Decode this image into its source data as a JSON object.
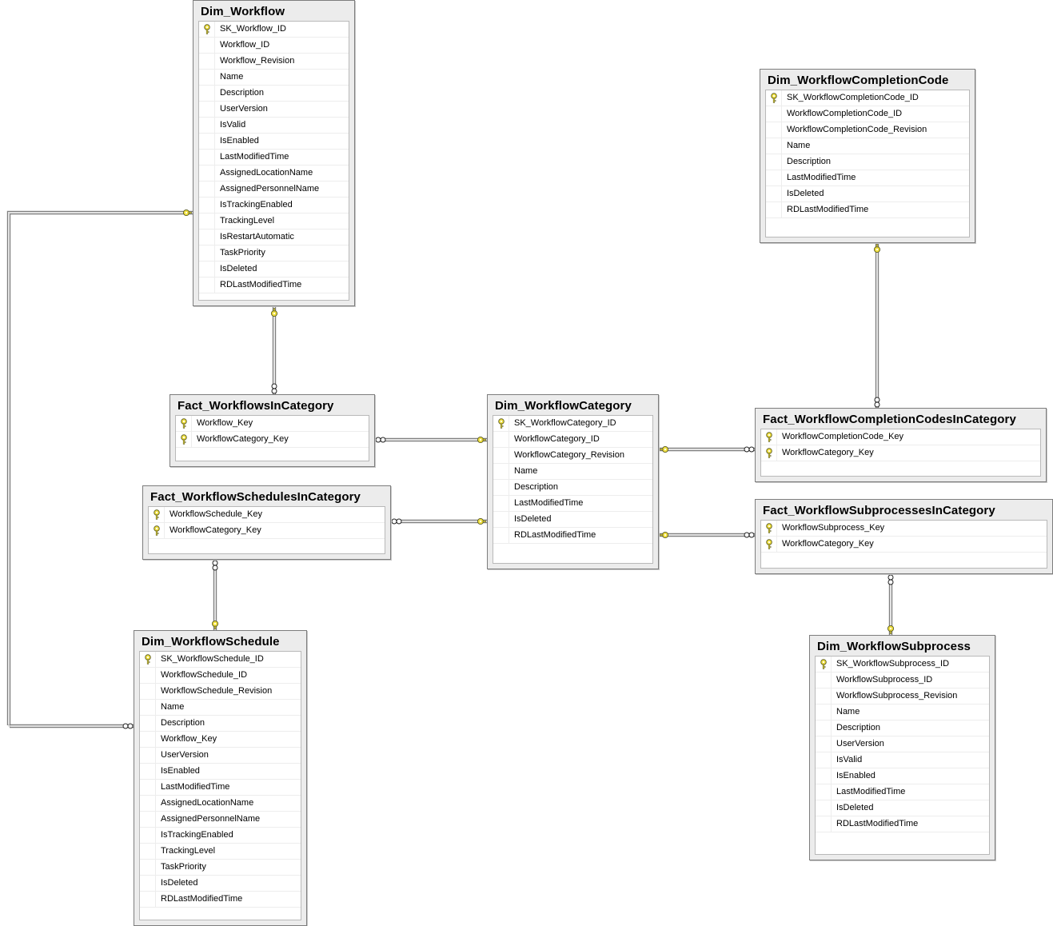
{
  "diagram": {
    "entities": [
      {
        "id": "dim_workflow",
        "title": "Dim_Workflow",
        "columns": [
          {
            "name": "SK_Workflow_ID",
            "key": true
          },
          {
            "name": "Workflow_ID",
            "key": false
          },
          {
            "name": "Workflow_Revision",
            "key": false
          },
          {
            "name": "Name",
            "key": false
          },
          {
            "name": "Description",
            "key": false
          },
          {
            "name": "UserVersion",
            "key": false
          },
          {
            "name": "IsValid",
            "key": false
          },
          {
            "name": "IsEnabled",
            "key": false
          },
          {
            "name": "LastModifiedTime",
            "key": false
          },
          {
            "name": "AssignedLocationName",
            "key": false
          },
          {
            "name": "AssignedPersonnelName",
            "key": false
          },
          {
            "name": "IsTrackingEnabled",
            "key": false
          },
          {
            "name": "TrackingLevel",
            "key": false
          },
          {
            "name": "IsRestartAutomatic",
            "key": false
          },
          {
            "name": "TaskPriority",
            "key": false
          },
          {
            "name": "IsDeleted",
            "key": false
          },
          {
            "name": "RDLastModifiedTime",
            "key": false
          }
        ]
      },
      {
        "id": "dim_workflowcompletioncode",
        "title": "Dim_WorkflowCompletionCode",
        "columns": [
          {
            "name": "SK_WorkflowCompletionCode_ID",
            "key": true
          },
          {
            "name": "WorkflowCompletionCode_ID",
            "key": false
          },
          {
            "name": "WorkflowCompletionCode_Revision",
            "key": false
          },
          {
            "name": "Name",
            "key": false
          },
          {
            "name": "Description",
            "key": false
          },
          {
            "name": "LastModifiedTime",
            "key": false
          },
          {
            "name": "IsDeleted",
            "key": false
          },
          {
            "name": "RDLastModifiedTime",
            "key": false
          }
        ]
      },
      {
        "id": "fact_workflowsincategory",
        "title": "Fact_WorkflowsInCategory",
        "columns": [
          {
            "name": "Workflow_Key",
            "key": true
          },
          {
            "name": "WorkflowCategory_Key",
            "key": true
          }
        ]
      },
      {
        "id": "dim_workflowcategory",
        "title": "Dim_WorkflowCategory",
        "columns": [
          {
            "name": "SK_WorkflowCategory_ID",
            "key": true
          },
          {
            "name": "WorkflowCategory_ID",
            "key": false
          },
          {
            "name": "WorkflowCategory_Revision",
            "key": false
          },
          {
            "name": "Name",
            "key": false
          },
          {
            "name": "Description",
            "key": false
          },
          {
            "name": "LastModifiedTime",
            "key": false
          },
          {
            "name": "IsDeleted",
            "key": false
          },
          {
            "name": "RDLastModifiedTime",
            "key": false
          }
        ]
      },
      {
        "id": "fact_workflowcompletioncodesincategory",
        "title": "Fact_WorkflowCompletionCodesInCategory",
        "columns": [
          {
            "name": "WorkflowCompletionCode_Key",
            "key": true
          },
          {
            "name": "WorkflowCategory_Key",
            "key": true
          }
        ]
      },
      {
        "id": "fact_workflowschedulesincategory",
        "title": "Fact_WorkflowSchedulesInCategory",
        "columns": [
          {
            "name": "WorkflowSchedule_Key",
            "key": true
          },
          {
            "name": "WorkflowCategory_Key",
            "key": true
          }
        ]
      },
      {
        "id": "fact_workflowsubprocessesincategory",
        "title": "Fact_WorkflowSubprocessesInCategory",
        "columns": [
          {
            "name": "WorkflowSubprocess_Key",
            "key": true
          },
          {
            "name": "WorkflowCategory_Key",
            "key": true
          }
        ]
      },
      {
        "id": "dim_workflowschedule",
        "title": "Dim_WorkflowSchedule",
        "columns": [
          {
            "name": "SK_WorkflowSchedule_ID",
            "key": true
          },
          {
            "name": "WorkflowSchedule_ID",
            "key": false
          },
          {
            "name": "WorkflowSchedule_Revision",
            "key": false
          },
          {
            "name": "Name",
            "key": false
          },
          {
            "name": "Description",
            "key": false
          },
          {
            "name": "Workflow_Key",
            "key": false
          },
          {
            "name": "UserVersion",
            "key": false
          },
          {
            "name": "IsEnabled",
            "key": false
          },
          {
            "name": "LastModifiedTime",
            "key": false
          },
          {
            "name": "AssignedLocationName",
            "key": false
          },
          {
            "name": "AssignedPersonnelName",
            "key": false
          },
          {
            "name": "IsTrackingEnabled",
            "key": false
          },
          {
            "name": "TrackingLevel",
            "key": false
          },
          {
            "name": "TaskPriority",
            "key": false
          },
          {
            "name": "IsDeleted",
            "key": false
          },
          {
            "name": "RDLastModifiedTime",
            "key": false
          }
        ]
      },
      {
        "id": "dim_workflowsubprocess",
        "title": "Dim_WorkflowSubprocess",
        "columns": [
          {
            "name": "SK_WorkflowSubprocess_ID",
            "key": true
          },
          {
            "name": "WorkflowSubprocess_ID",
            "key": false
          },
          {
            "name": "WorkflowSubprocess_Revision",
            "key": false
          },
          {
            "name": "Name",
            "key": false
          },
          {
            "name": "Description",
            "key": false
          },
          {
            "name": "UserVersion",
            "key": false
          },
          {
            "name": "IsValid",
            "key": false
          },
          {
            "name": "IsEnabled",
            "key": false
          },
          {
            "name": "LastModifiedTime",
            "key": false
          },
          {
            "name": "IsDeleted",
            "key": false
          },
          {
            "name": "RDLastModifiedTime",
            "key": false
          }
        ]
      }
    ],
    "relationships": [
      {
        "id": "dim_workflow-to-fact_workflowsincategory",
        "one": "dim_workflow",
        "many": "fact_workflowsincategory"
      },
      {
        "id": "dim_workflow-to-dim_workflowschedule",
        "one": "dim_workflow",
        "many": "dim_workflowschedule"
      },
      {
        "id": "dim_workflowcategory-to-fact_workflowsincategory",
        "one": "dim_workflowcategory",
        "many": "fact_workflowsincategory"
      },
      {
        "id": "dim_workflowcategory-to-fact_workflowschedulesincategory",
        "one": "dim_workflowcategory",
        "many": "fact_workflowschedulesincategory"
      },
      {
        "id": "dim_workflowcategory-to-fact_workflowcompletioncodesincategory",
        "one": "dim_workflowcategory",
        "many": "fact_workflowcompletioncodesincategory"
      },
      {
        "id": "dim_workflowcategory-to-fact_workflowsubprocessesincategory",
        "one": "dim_workflowcategory",
        "many": "fact_workflowsubprocessesincategory"
      },
      {
        "id": "dim_workflowcompletioncode-to-fact_workflowcompletioncodesincategory",
        "one": "dim_workflowcompletioncode",
        "many": "fact_workflowcompletioncodesincategory"
      },
      {
        "id": "dim_workflowschedule-to-fact_workflowschedulesincategory",
        "one": "dim_workflowschedule",
        "many": "fact_workflowschedulesincategory"
      },
      {
        "id": "dim_workflowsubprocess-to-fact_workflowsubprocessesincategory",
        "one": "dim_workflowsubprocess",
        "many": "fact_workflowsubprocessesincategory"
      }
    ],
    "colors": {
      "key_icon": "#f0e040",
      "connector": "#808080",
      "table_frame": "#ececec",
      "table_border": "#7d7d7d"
    }
  }
}
